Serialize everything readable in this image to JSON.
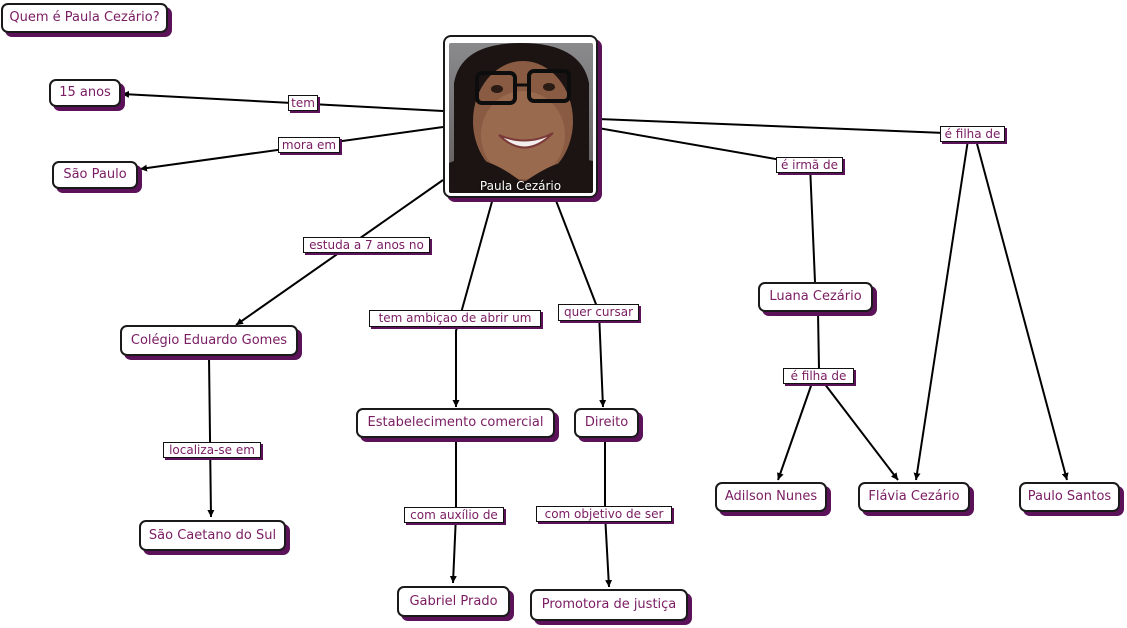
{
  "title": "Quem é Paula Cezário?",
  "center": {
    "caption": "Paula Cezário",
    "image": "portrait-photo"
  },
  "nodes": {
    "age": "15 anos",
    "city": "São Paulo",
    "school": "Colégio Eduardo Gomes",
    "school_city": "São Caetano do Sul",
    "business": "Estabelecimento comercial",
    "helper": "Gabriel Prado",
    "course": "Direito",
    "career": "Promotora de justiça",
    "sister": "Luana Cezário",
    "father_a": "Adilson Nunes",
    "mother": "Flávia Cezário",
    "father_b": "Paulo Santos"
  },
  "links": {
    "has": "tem",
    "lives_in": "mora em",
    "studies": "estuda a 7 anos no",
    "ambition": "tem ambiçao de abrir um",
    "wants": "quer cursar",
    "sister_of": "é irmã de",
    "daughter_of": "é filha de",
    "located_in": "localiza-se em",
    "with_help": "com auxílio de",
    "goal": "com objetivo de ser",
    "sister_daughter_of": "é filha de"
  },
  "colors": {
    "text": "#7a1c62",
    "shadow": "#5b1259",
    "border": "#1a1a1a"
  }
}
